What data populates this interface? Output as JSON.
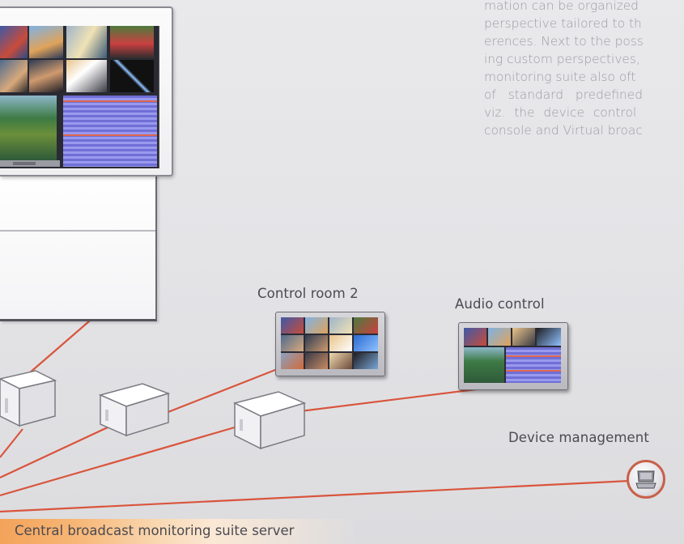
{
  "description": {
    "lines": [
      "mation can be organized",
      "perspective tailored to th",
      "erences. Next to the poss",
      "ing custom perspectives,",
      "monitoring suite also oft",
      "of standard predefined",
      "viz. the device control",
      "console and Virtual broac"
    ]
  },
  "labels": {
    "control_room_2": "Control room 2",
    "audio_control": "Audio control",
    "device_management": "Device management",
    "server_prefix": "Central broadcast monitoring",
    "server_suffix": " suite server"
  },
  "colors": {
    "connection_line": "#d9553c",
    "server_bar_accent": "#f4a35a",
    "label_text": "#4a4a52",
    "body_text": "#9c9ca4"
  },
  "icons": {
    "wall": "video-wall",
    "monitor": "monitor",
    "server": "rack-server",
    "device": "laptop-badge-icon"
  }
}
